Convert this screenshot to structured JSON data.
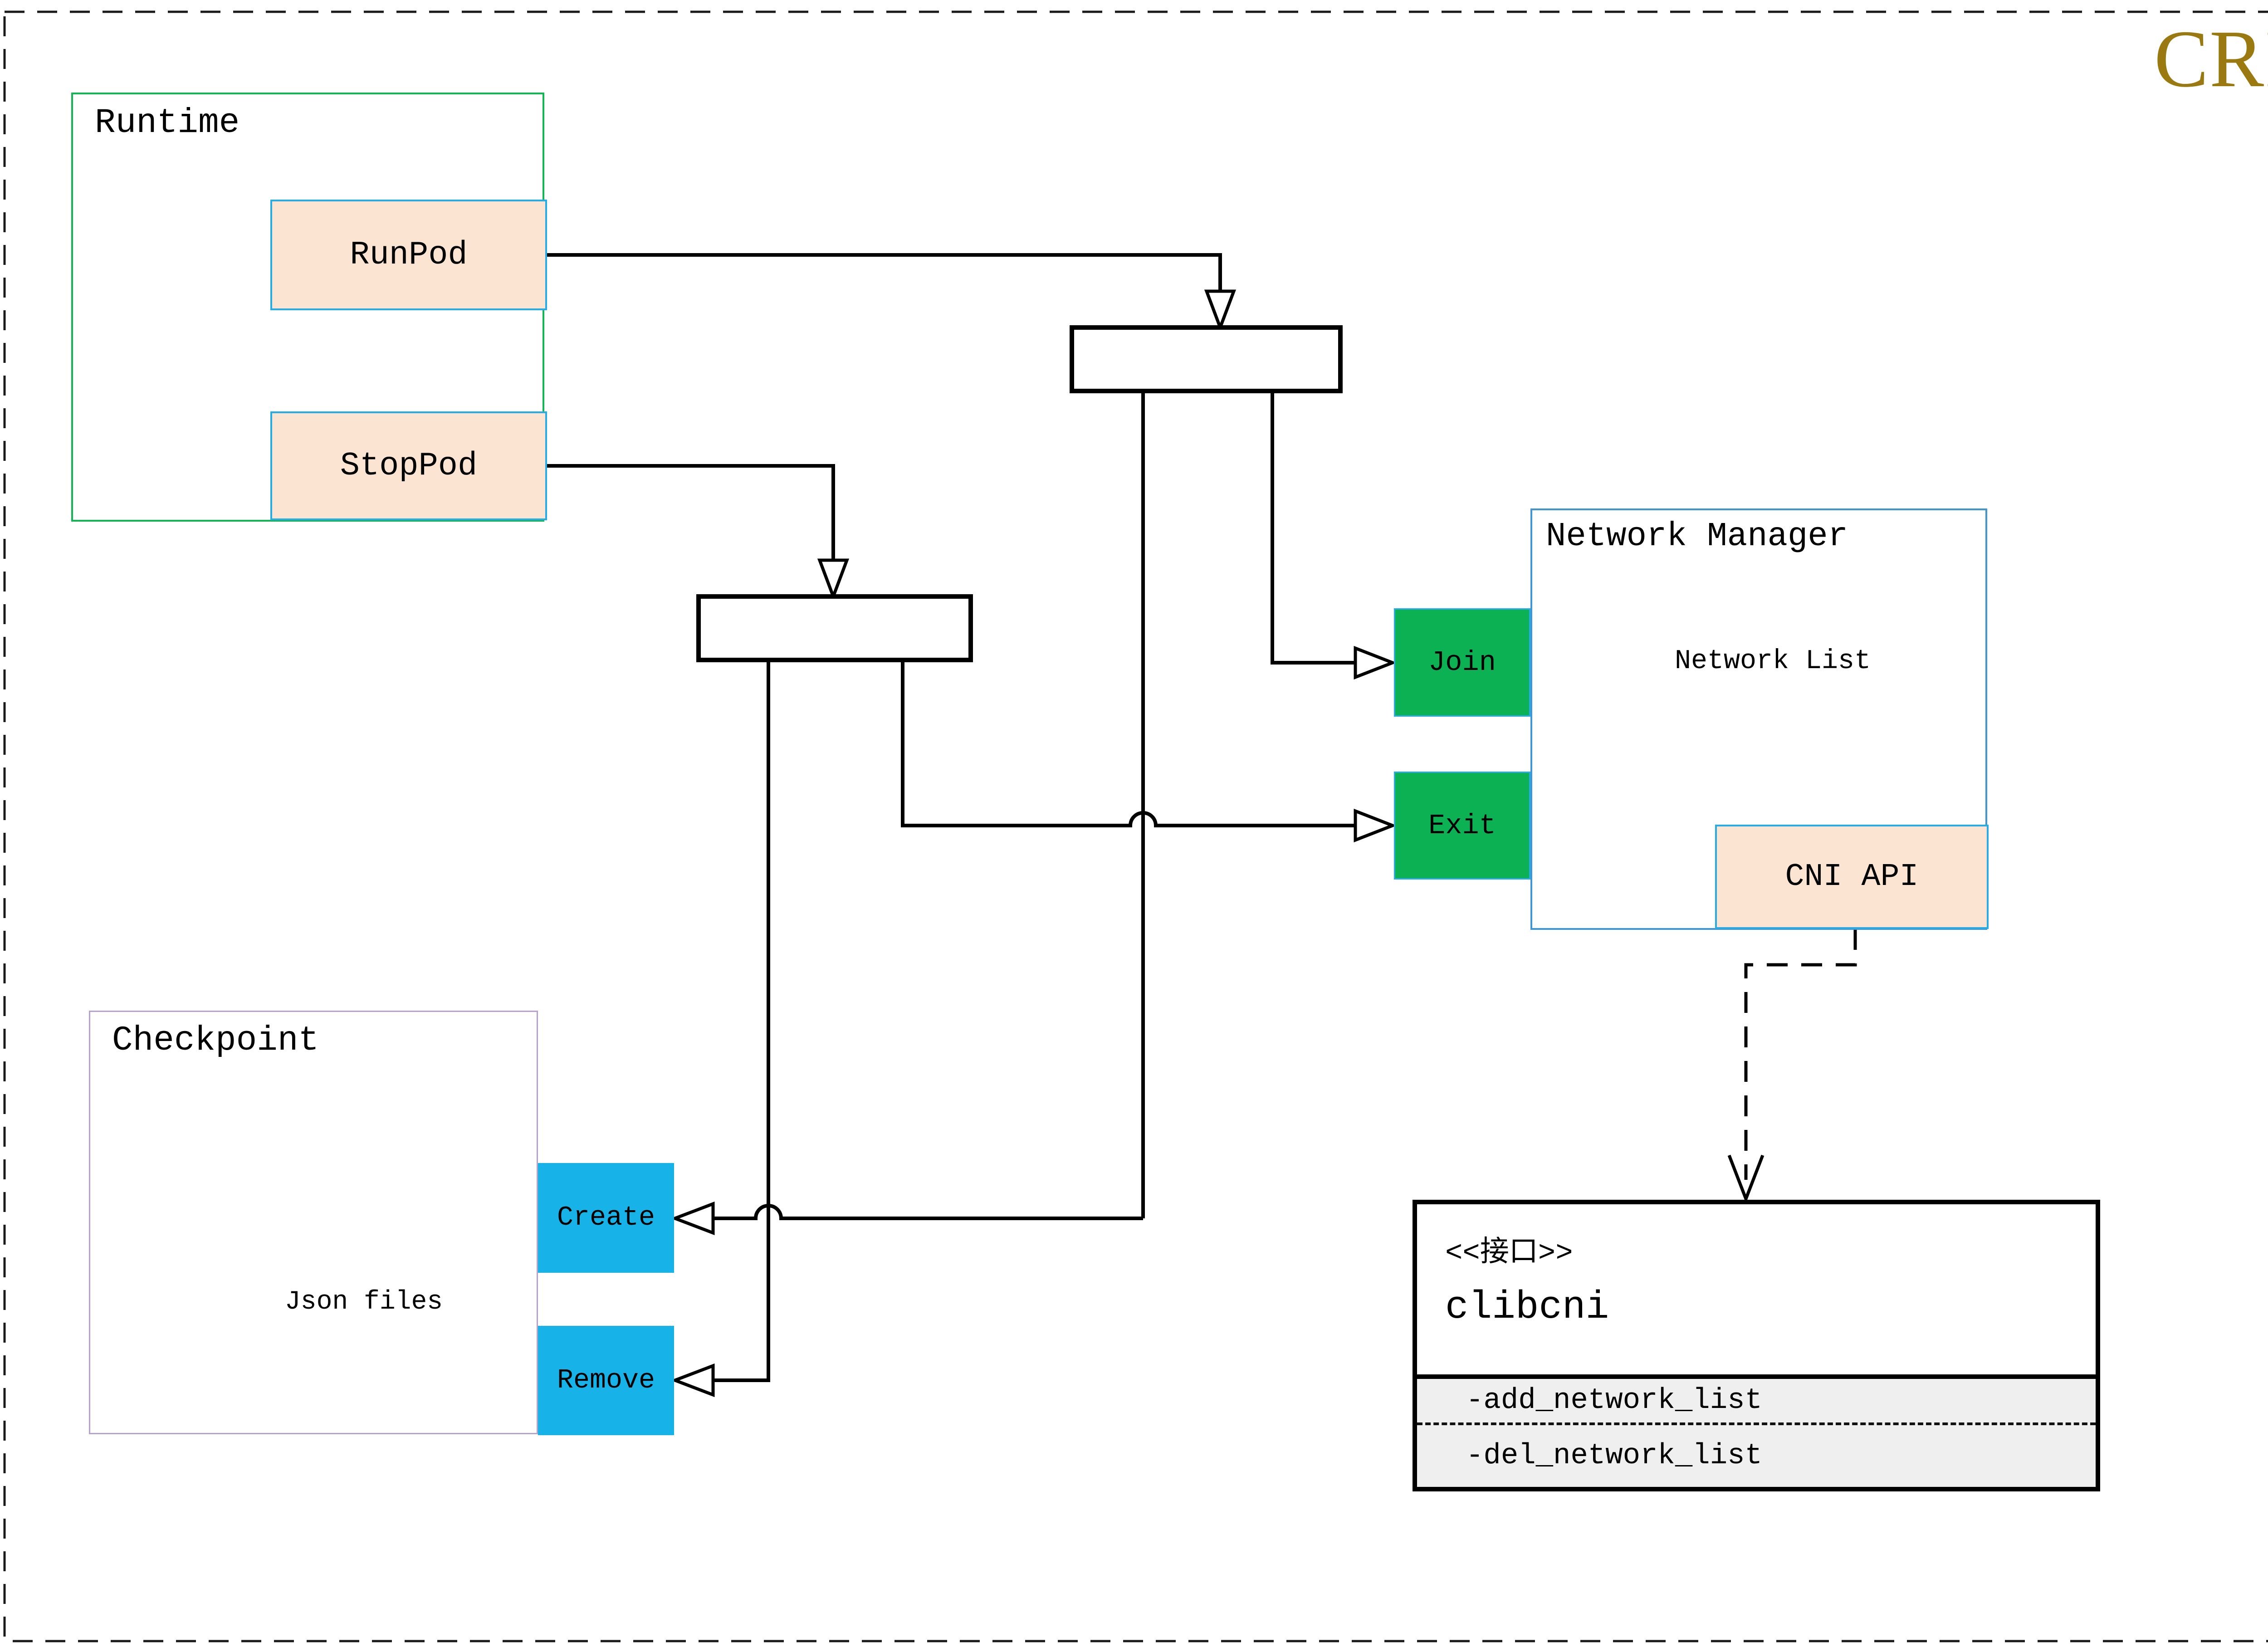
{
  "title": {
    "text": "CRI"
  },
  "runtime": {
    "label": "Runtime",
    "run_pod": "RunPod",
    "stop_pod": "StopPod"
  },
  "checkpoint": {
    "label": "Checkpoint",
    "datastore": "Json files",
    "create": "Create",
    "remove": "Remove"
  },
  "network_manager": {
    "label": "Network Manager",
    "datastore": "Network List",
    "join": "Join",
    "exit": "Exit",
    "cni_api": "CNI API"
  },
  "clibcni": {
    "stereotype": "<<接口>>",
    "name": "clibcni",
    "methods": [
      "-add_network_list",
      "-del_network_list"
    ]
  },
  "icons": {
    "checkpoint_datastore": "database-cylinder-icon",
    "network_datastore": "database-cylinder-icon"
  },
  "colors": {
    "title_gold": "#9a7a10",
    "peach_fill": "#fce4d2",
    "cyan_border": "#29abe3",
    "green_fill": "#0bb153",
    "blue_fill": "#16b2e8",
    "runtime_border": "#15b554",
    "network_manager_border": "#4295d5",
    "checkpoint_border": "#b4a2d0",
    "methods_bg": "#efefef",
    "cylinder_stroke": "#6a6a6a",
    "line_color": "#000000"
  }
}
